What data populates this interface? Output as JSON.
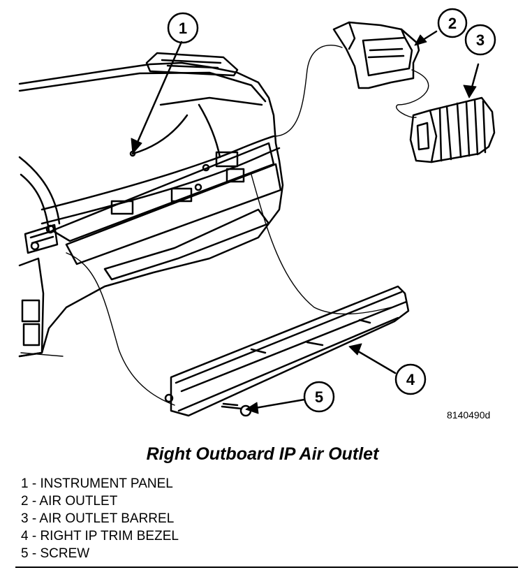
{
  "callouts": [
    {
      "number": "1",
      "label": "INSTRUMENT PANEL"
    },
    {
      "number": "2",
      "label": "AIR OUTLET"
    },
    {
      "number": "3",
      "label": "AIR OUTLET BARREL"
    },
    {
      "number": "4",
      "label": "RIGHT IP TRIM BEZEL"
    },
    {
      "number": "5",
      "label": "SCREW"
    }
  ],
  "figure_code": "8140490d",
  "caption": "Right Outboard IP Air Outlet",
  "legend": [
    "1 - INSTRUMENT PANEL",
    "2 - AIR OUTLET",
    "3 - AIR OUTLET BARREL",
    "4 - RIGHT IP TRIM BEZEL",
    "5 - SCREW"
  ]
}
